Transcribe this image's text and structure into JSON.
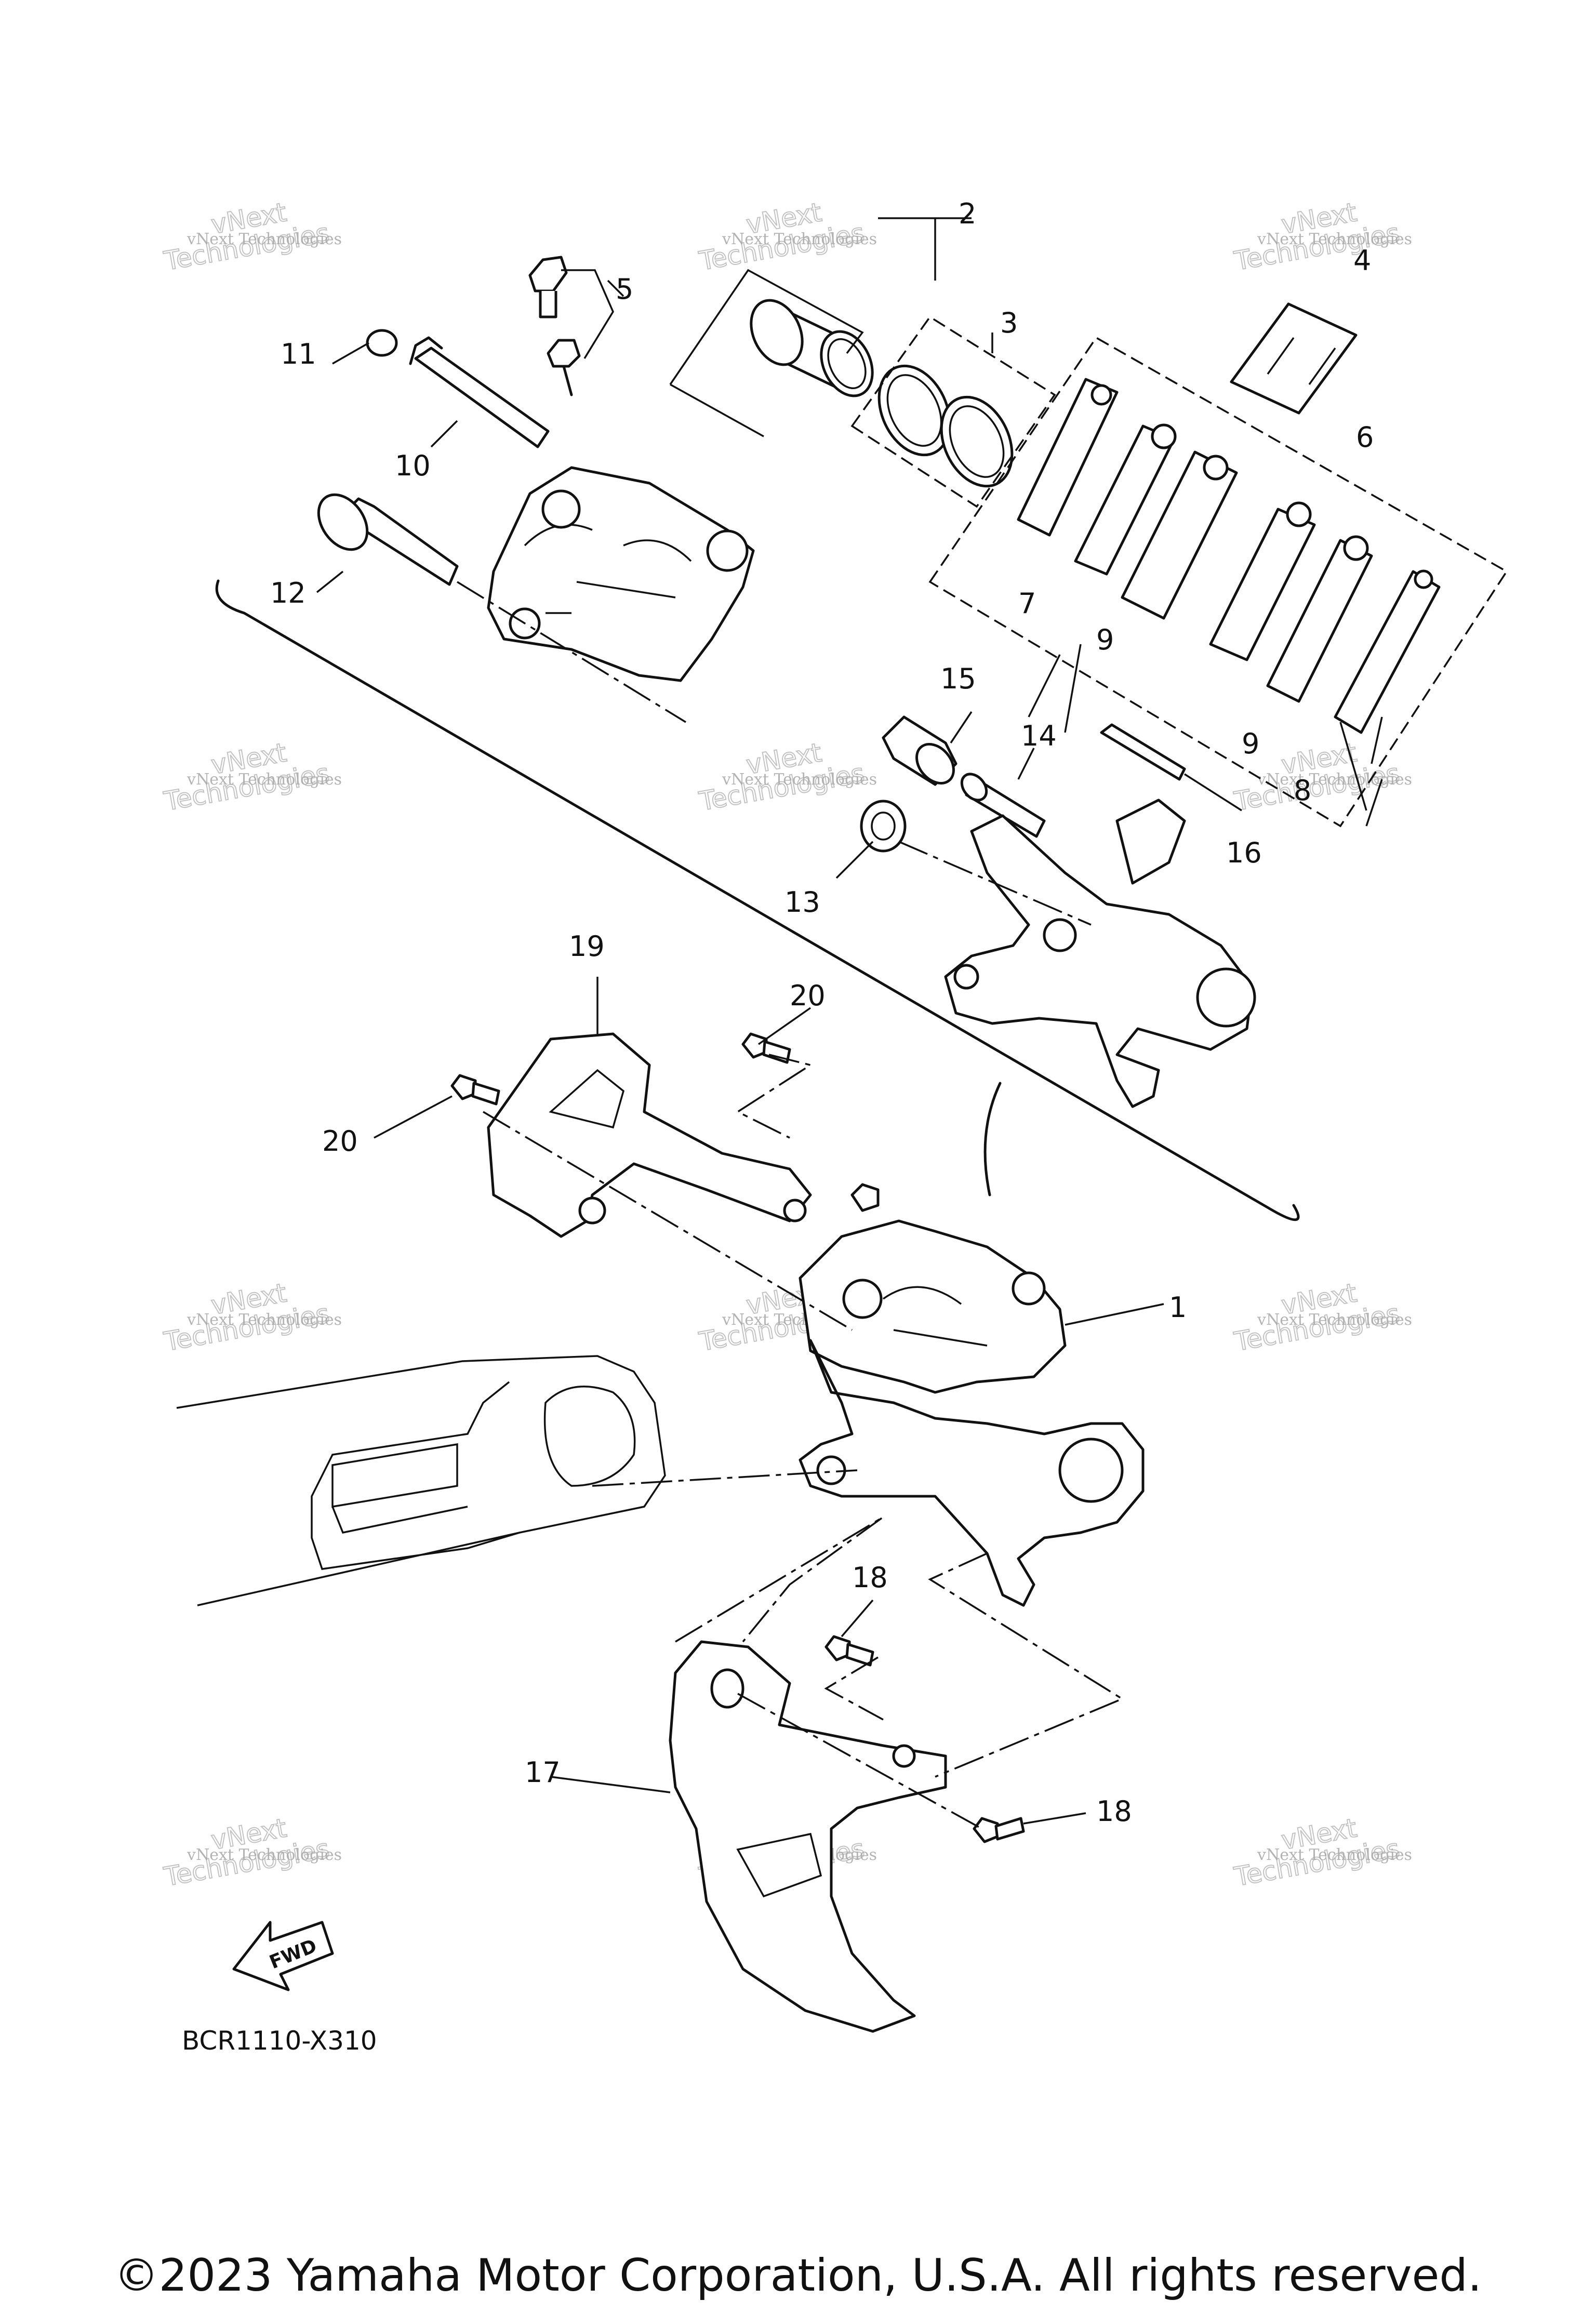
{
  "diagram": {
    "callouts": {
      "c1": "1",
      "c2": "2",
      "c3": "3",
      "c4": "4",
      "c5": "5",
      "c6": "6",
      "c7": "7",
      "c8": "8",
      "c9a": "9",
      "c9b": "9",
      "c10": "10",
      "c11": "11",
      "c12": "12",
      "c13": "13",
      "c14": "14",
      "c15": "15",
      "c16": "16",
      "c17": "17",
      "c18a": "18",
      "c18b": "18",
      "c19": "19",
      "c20a": "20",
      "c20b": "20"
    },
    "watermark": {
      "line1": "vNext Technologies",
      "line2": "Technologies",
      "line3": "vNext"
    },
    "fwd_label": "FWD",
    "diagram_code": "BCR1110-X310"
  },
  "footer": {
    "copyright": "©2023 Yamaha Motor Corporation, U.S.A. All rights reserved."
  }
}
